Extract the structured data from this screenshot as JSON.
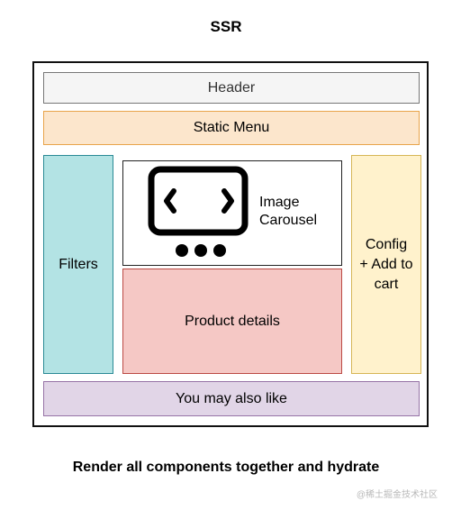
{
  "title": "SSR",
  "boxes": {
    "header": "Header",
    "static_menu": "Static Menu",
    "filters": "Filters",
    "image_carousel": [
      "Image",
      "Carousel"
    ],
    "product_details": "Product details",
    "config": [
      "Config",
      "+ Add to",
      "cart"
    ],
    "also_like": "You may also like"
  },
  "caption": "Render all components together and hydrate",
  "watermark": "@稀土掘金技术社区",
  "icons": {
    "carousel": "image-carousel-icon"
  },
  "colors": {
    "header_fill": "#f5f5f5",
    "menu_fill": "#fce6cc",
    "filters_fill": "#b3e3e4",
    "details_fill": "#f5c8c5",
    "config_fill": "#fff2cc",
    "also_like_fill": "#e1d5e7"
  }
}
